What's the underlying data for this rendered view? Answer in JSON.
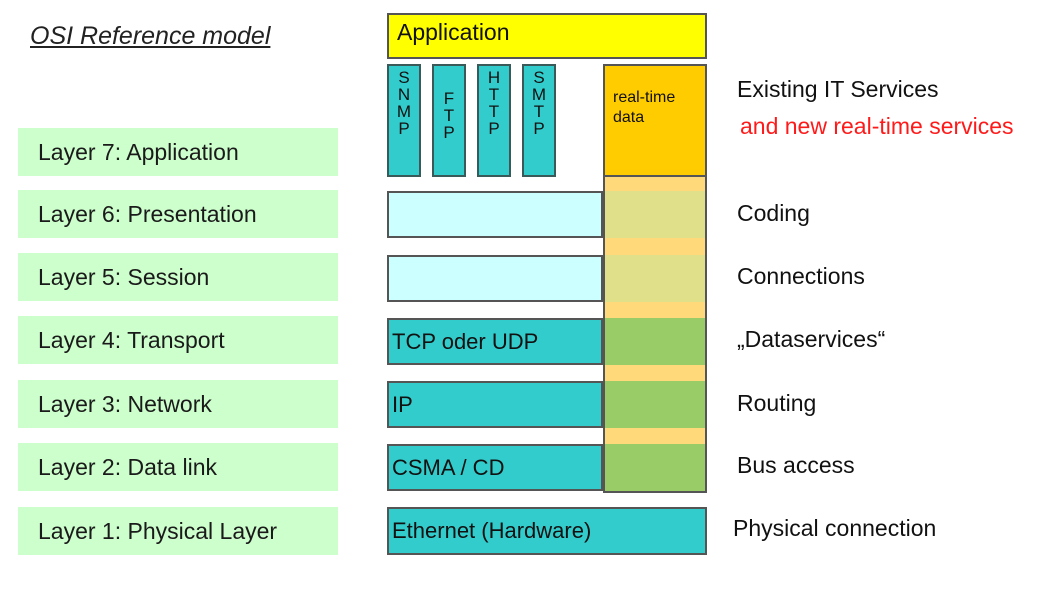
{
  "title": "OSI Reference model",
  "layers": [
    "Layer 7: Application",
    "Layer 6: Presentation",
    "Layer 5: Session",
    "Layer 4: Transport",
    "Layer 3: Network",
    "Layer 2: Data link",
    "Layer 1: Physical Layer"
  ],
  "application_bar": "Application",
  "protocols": [
    {
      "letters": [
        "S",
        "N",
        "M",
        "P"
      ]
    },
    {
      "letters": [
        "F",
        "T",
        "P"
      ]
    },
    {
      "letters": [
        "H",
        "T",
        "T",
        "P"
      ]
    },
    {
      "letters": [
        "S",
        "M",
        "T",
        "P"
      ]
    }
  ],
  "realtime_label": "real-time data",
  "stack_boxes": {
    "transport": "TCP  oder  UDP",
    "network": "IP",
    "datalink": "CSMA / CD",
    "physical": "Ethernet (Hardware)"
  },
  "descriptions": {
    "existing": "Existing IT Services",
    "new_realtime": "and new real-time services",
    "coding": "Coding",
    "connections": "Connections",
    "dataservices": "„Dataservices“",
    "routing": "Routing",
    "bus_access": "Bus access",
    "physical_connection": "Physical connection"
  },
  "colors": {
    "layer_bg": "#ccffcc",
    "application": "#ffff00",
    "protocol": "#33cccc",
    "light_box": "#ccffff",
    "realtime": "#ffcc00",
    "highlight_text": "#ff1a1a"
  }
}
